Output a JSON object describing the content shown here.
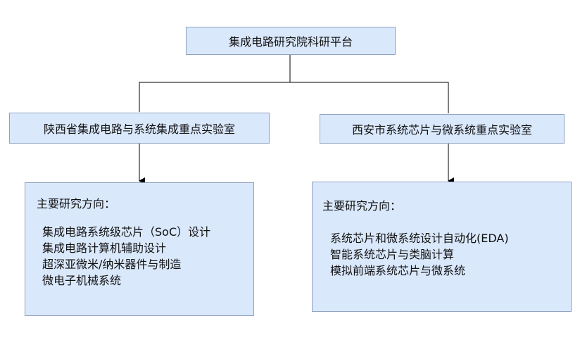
{
  "root": {
    "label": "集成电路研究院科研平台"
  },
  "labs": [
    {
      "name": "陕西省集成电路与系统集成重点实验室",
      "heading": "主要研究方向：",
      "directions": [
        "集成电路系统级芯片（SoC）设计",
        "集成电路计算机辅助设计",
        "超深亚微米/纳米器件与制造",
        "微电子机械系统"
      ]
    },
    {
      "name": "西安市系统芯片与微系统重点实验室",
      "heading": "主要研究方向：",
      "directions": [
        "系统芯片和微系统设计自动化(EDA)",
        "智能系统芯片与类脑计算",
        "模拟前端系统芯片与微系统"
      ]
    }
  ],
  "colors": {
    "box_fill": "#dae8fc",
    "box_border": "#8fa3bf",
    "line": "#000000"
  }
}
